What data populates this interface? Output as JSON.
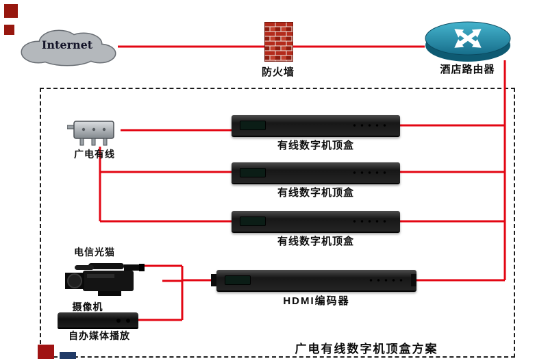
{
  "header": {
    "internet_label": "Internet",
    "firewall_label": "防火墙",
    "router_label": "酒店路由器"
  },
  "solution": {
    "splitter_label": "广电有线",
    "stb_labels": [
      "有线数字机顶盒",
      "有线数字机顶盒",
      "有线数字机顶盒"
    ],
    "modem_label": "电信光猫",
    "camera_label": "摄像机",
    "media_label": "自办媒体播放",
    "encoder_label": "HDMI编码器",
    "title": "广电有线数字机顶盒方案"
  },
  "colors": {
    "wire_red": "#e30613",
    "firewall_brick": "#b32a1b",
    "router_teal": "#2596b4",
    "device_black": "#171717",
    "marker_red": "#97170e",
    "marker_blue": "#203a66"
  }
}
